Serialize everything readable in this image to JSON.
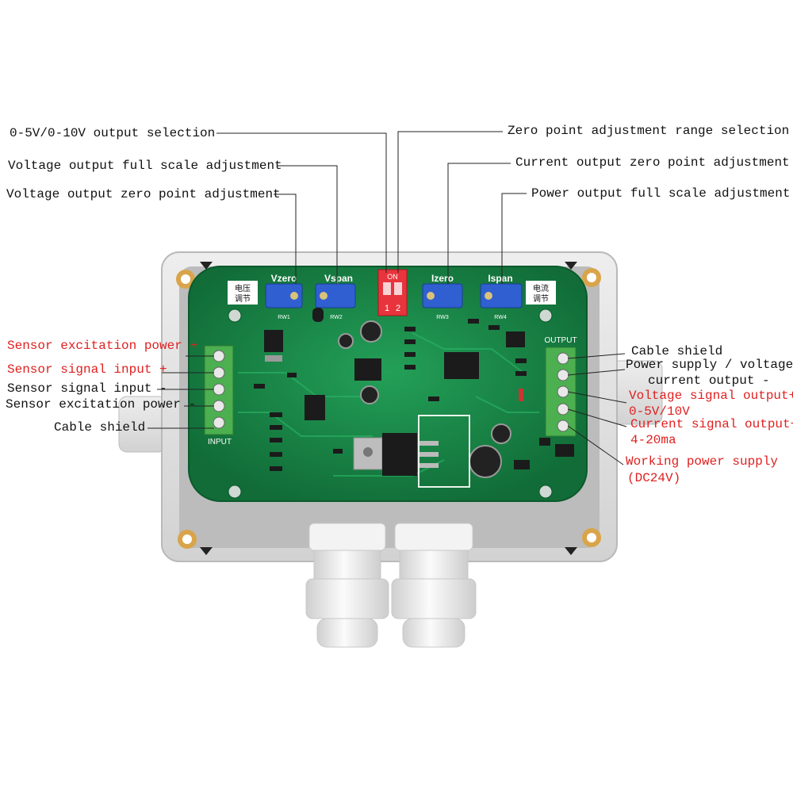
{
  "labels": {
    "top_left": {
      "output_selection": "0-5V/0-10V output selection",
      "vspan": "Voltage output full scale adjustment",
      "vzero": "Voltage output zero point adjustment"
    },
    "top_right": {
      "zero_range": "Zero point adjustment range selection",
      "izero": "Current output zero point adjustment",
      "ispan": "Power output full scale adjustment"
    },
    "left": {
      "exc_pos": "Sensor excitation power +",
      "sig_pos": "Sensor signal input +",
      "sig_neg": "Sensor signal input -",
      "exc_neg": "Sensor excitation power -",
      "shield": "Cable shield"
    },
    "right": {
      "shield": "Cable shield",
      "gnd_line1": "Power supply / voltage",
      "gnd_line2": "current output -",
      "vout_line1": "Voltage signal output+",
      "vout_line2": "0-5V/10V",
      "iout_line1": "Current signal output+",
      "iout_line2": "4-20ma",
      "pwr_line1": "Working power supply",
      "pwr_line2": "(DC24V)"
    }
  },
  "board": {
    "pot_labels": [
      "Vzero",
      "Vspan",
      "Izero",
      "Ispan"
    ],
    "pot_refs": [
      "RW1",
      "RW2",
      "RW3",
      "RW4"
    ],
    "dip_label": "ON",
    "dip_numbers": [
      "1",
      "2"
    ],
    "cn_left": "电压\n调节",
    "cn_right": "电流\n调节",
    "input_label": "INPUT",
    "output_label": "OUTPUT"
  },
  "colors": {
    "label_red": "#e02020",
    "label_black": "#111111",
    "pcb_green": "#1d8a4a",
    "terminal_green": "#4caf50",
    "pot_blue": "#2f5fd0",
    "dip_red": "#e8343c",
    "enclosure_gray": "#e4e4e4"
  }
}
